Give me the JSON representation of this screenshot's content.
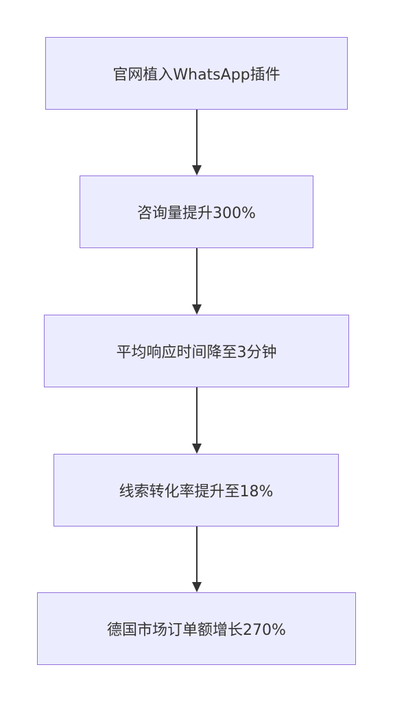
{
  "flowchart": {
    "colors": {
      "node_fill": "#ececff",
      "node_border": "#9370db",
      "edge": "#333333",
      "text": "#333333"
    },
    "nodes": [
      {
        "label": "官网植入WhatsApp插件"
      },
      {
        "label": "咨询量提升300%"
      },
      {
        "label": "平均响应时间降至3分钟"
      },
      {
        "label": "线索转化率提升至18%"
      },
      {
        "label": "德国市场订单额增长270%"
      }
    ],
    "edges": [
      {
        "from": 0,
        "to": 1
      },
      {
        "from": 1,
        "to": 2
      },
      {
        "from": 2,
        "to": 3
      },
      {
        "from": 3,
        "to": 4
      }
    ]
  }
}
